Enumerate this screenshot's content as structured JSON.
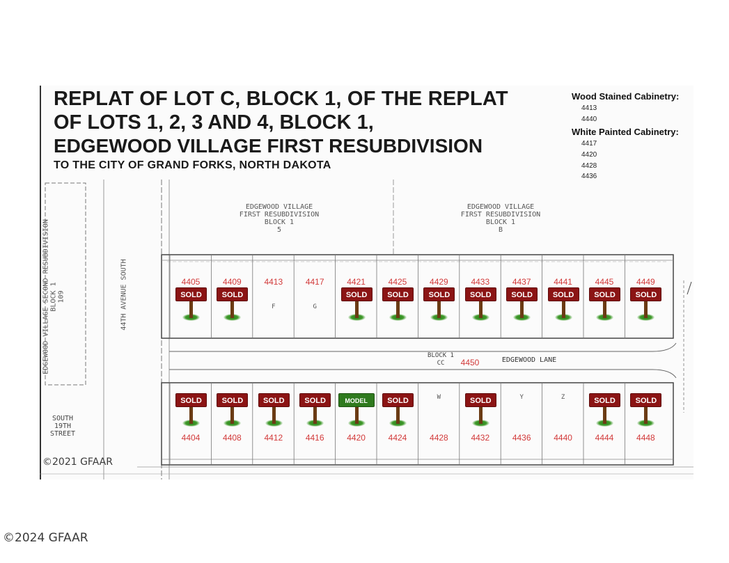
{
  "title": {
    "line1": "REPLAT OF LOT C, BLOCK 1, OF THE REPLAT",
    "line2": "OF LOTS 1, 2, 3 AND 4, BLOCK 1,",
    "line3": "EDGEWOOD VILLAGE FIRST RESUBDIVISION",
    "subtitle": "TO THE CITY OF GRAND FORKS, NORTH DAKOTA"
  },
  "legend": {
    "wood_heading": "Wood Stained Cabinetry:",
    "wood_lots": [
      "4413",
      "4440"
    ],
    "white_heading": "White Painted Cabinetry:",
    "white_lots": [
      "4417",
      "4420",
      "4428",
      "4436"
    ]
  },
  "map": {
    "block_left": "EDGEWOOD VILLAGE\nFIRST RESUBDIVISION\nBLOCK 1\n5",
    "block_right": "EDGEWOOD VILLAGE\nFIRST RESUBDIVISION\nBLOCK 1\nB",
    "side_subdivision": "EDGEWOOD VILLAGE SECOND RESUBDIVISION\nBLOCK 1\n109",
    "avenue": "44TH AVENUE SOUTH",
    "street": "SOUTH\n19TH\nSTREET",
    "lane": "EDGEWOOD LANE",
    "center_block": "BLOCK 1\nCC",
    "center_lot": "4450",
    "map_watermark": "©2021 GFAAR"
  },
  "lots_top": [
    {
      "number": "4405",
      "status": "SOLD"
    },
    {
      "number": "4409",
      "status": "SOLD"
    },
    {
      "number": "4413",
      "status": "",
      "letter": "F"
    },
    {
      "number": "4417",
      "status": "",
      "letter": "G"
    },
    {
      "number": "4421",
      "status": "SOLD"
    },
    {
      "number": "4425",
      "status": "SOLD"
    },
    {
      "number": "4429",
      "status": "SOLD"
    },
    {
      "number": "4433",
      "status": "SOLD"
    },
    {
      "number": "4437",
      "status": "SOLD"
    },
    {
      "number": "4441",
      "status": "SOLD"
    },
    {
      "number": "4445",
      "status": "SOLD"
    },
    {
      "number": "4449",
      "status": "SOLD"
    }
  ],
  "lots_bottom": [
    {
      "number": "4404",
      "status": "SOLD"
    },
    {
      "number": "4408",
      "status": "SOLD"
    },
    {
      "number": "4412",
      "status": "SOLD"
    },
    {
      "number": "4416",
      "status": "SOLD"
    },
    {
      "number": "4420",
      "status": "MODEL"
    },
    {
      "number": "4424",
      "status": "SOLD"
    },
    {
      "number": "4428",
      "status": "",
      "letter": "W"
    },
    {
      "number": "4432",
      "status": "SOLD"
    },
    {
      "number": "4436",
      "status": "",
      "letter": "Y"
    },
    {
      "number": "4440",
      "status": "",
      "letter": "Z"
    },
    {
      "number": "4444",
      "status": "SOLD"
    },
    {
      "number": "4448",
      "status": "SOLD"
    }
  ],
  "copyright": "©2024 GFAAR",
  "colors": {
    "sold": "#8b1414",
    "model": "#2f7a1e",
    "lot_number": "#d23a3a"
  }
}
